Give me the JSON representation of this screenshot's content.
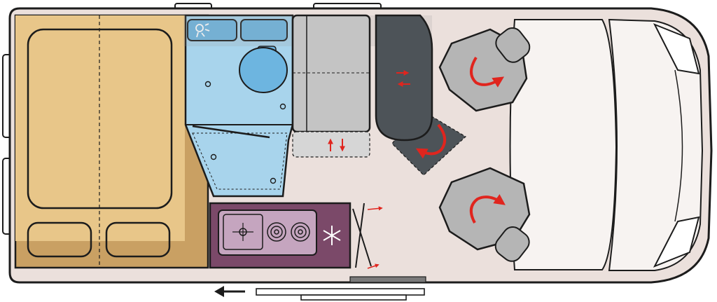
{
  "floorplan": {
    "colors": {
      "body": "#ebe0dc",
      "outline": "#1c1c1c",
      "bed": "#e8c689",
      "bed_shade": "#c9a063",
      "bathroom": "#a8d4ec",
      "bath_fixture": "#6db5e0",
      "kitchen": "#7b4969",
      "kitchen_top": "#c5a5bf",
      "wardrobe": "#c4c4c4",
      "bench": "#4d5358",
      "seat": "#b5b5b5",
      "cab": "#f7f3f1",
      "arrow": "#e0251e"
    },
    "areas": [
      {
        "name": "rear-bed",
        "icon": "bed"
      },
      {
        "name": "bathroom",
        "icon": "toilet"
      },
      {
        "name": "wardrobe",
        "icon": "slide-arrows"
      },
      {
        "name": "dinette-bench",
        "icon": "bench"
      },
      {
        "name": "kitchen",
        "icon": "stove"
      },
      {
        "name": "swivel-seat-driver",
        "icon": "rotate-arrow"
      },
      {
        "name": "swivel-seat-passenger",
        "icon": "rotate-arrow"
      }
    ],
    "icons": [
      "bulb-icon",
      "toilet-icon",
      "sink-icon",
      "gas-burner-icon",
      "snowflake-icon",
      "rotate-arrow-icon",
      "slide-arrow-icon",
      "direction-arrow-icon"
    ]
  }
}
